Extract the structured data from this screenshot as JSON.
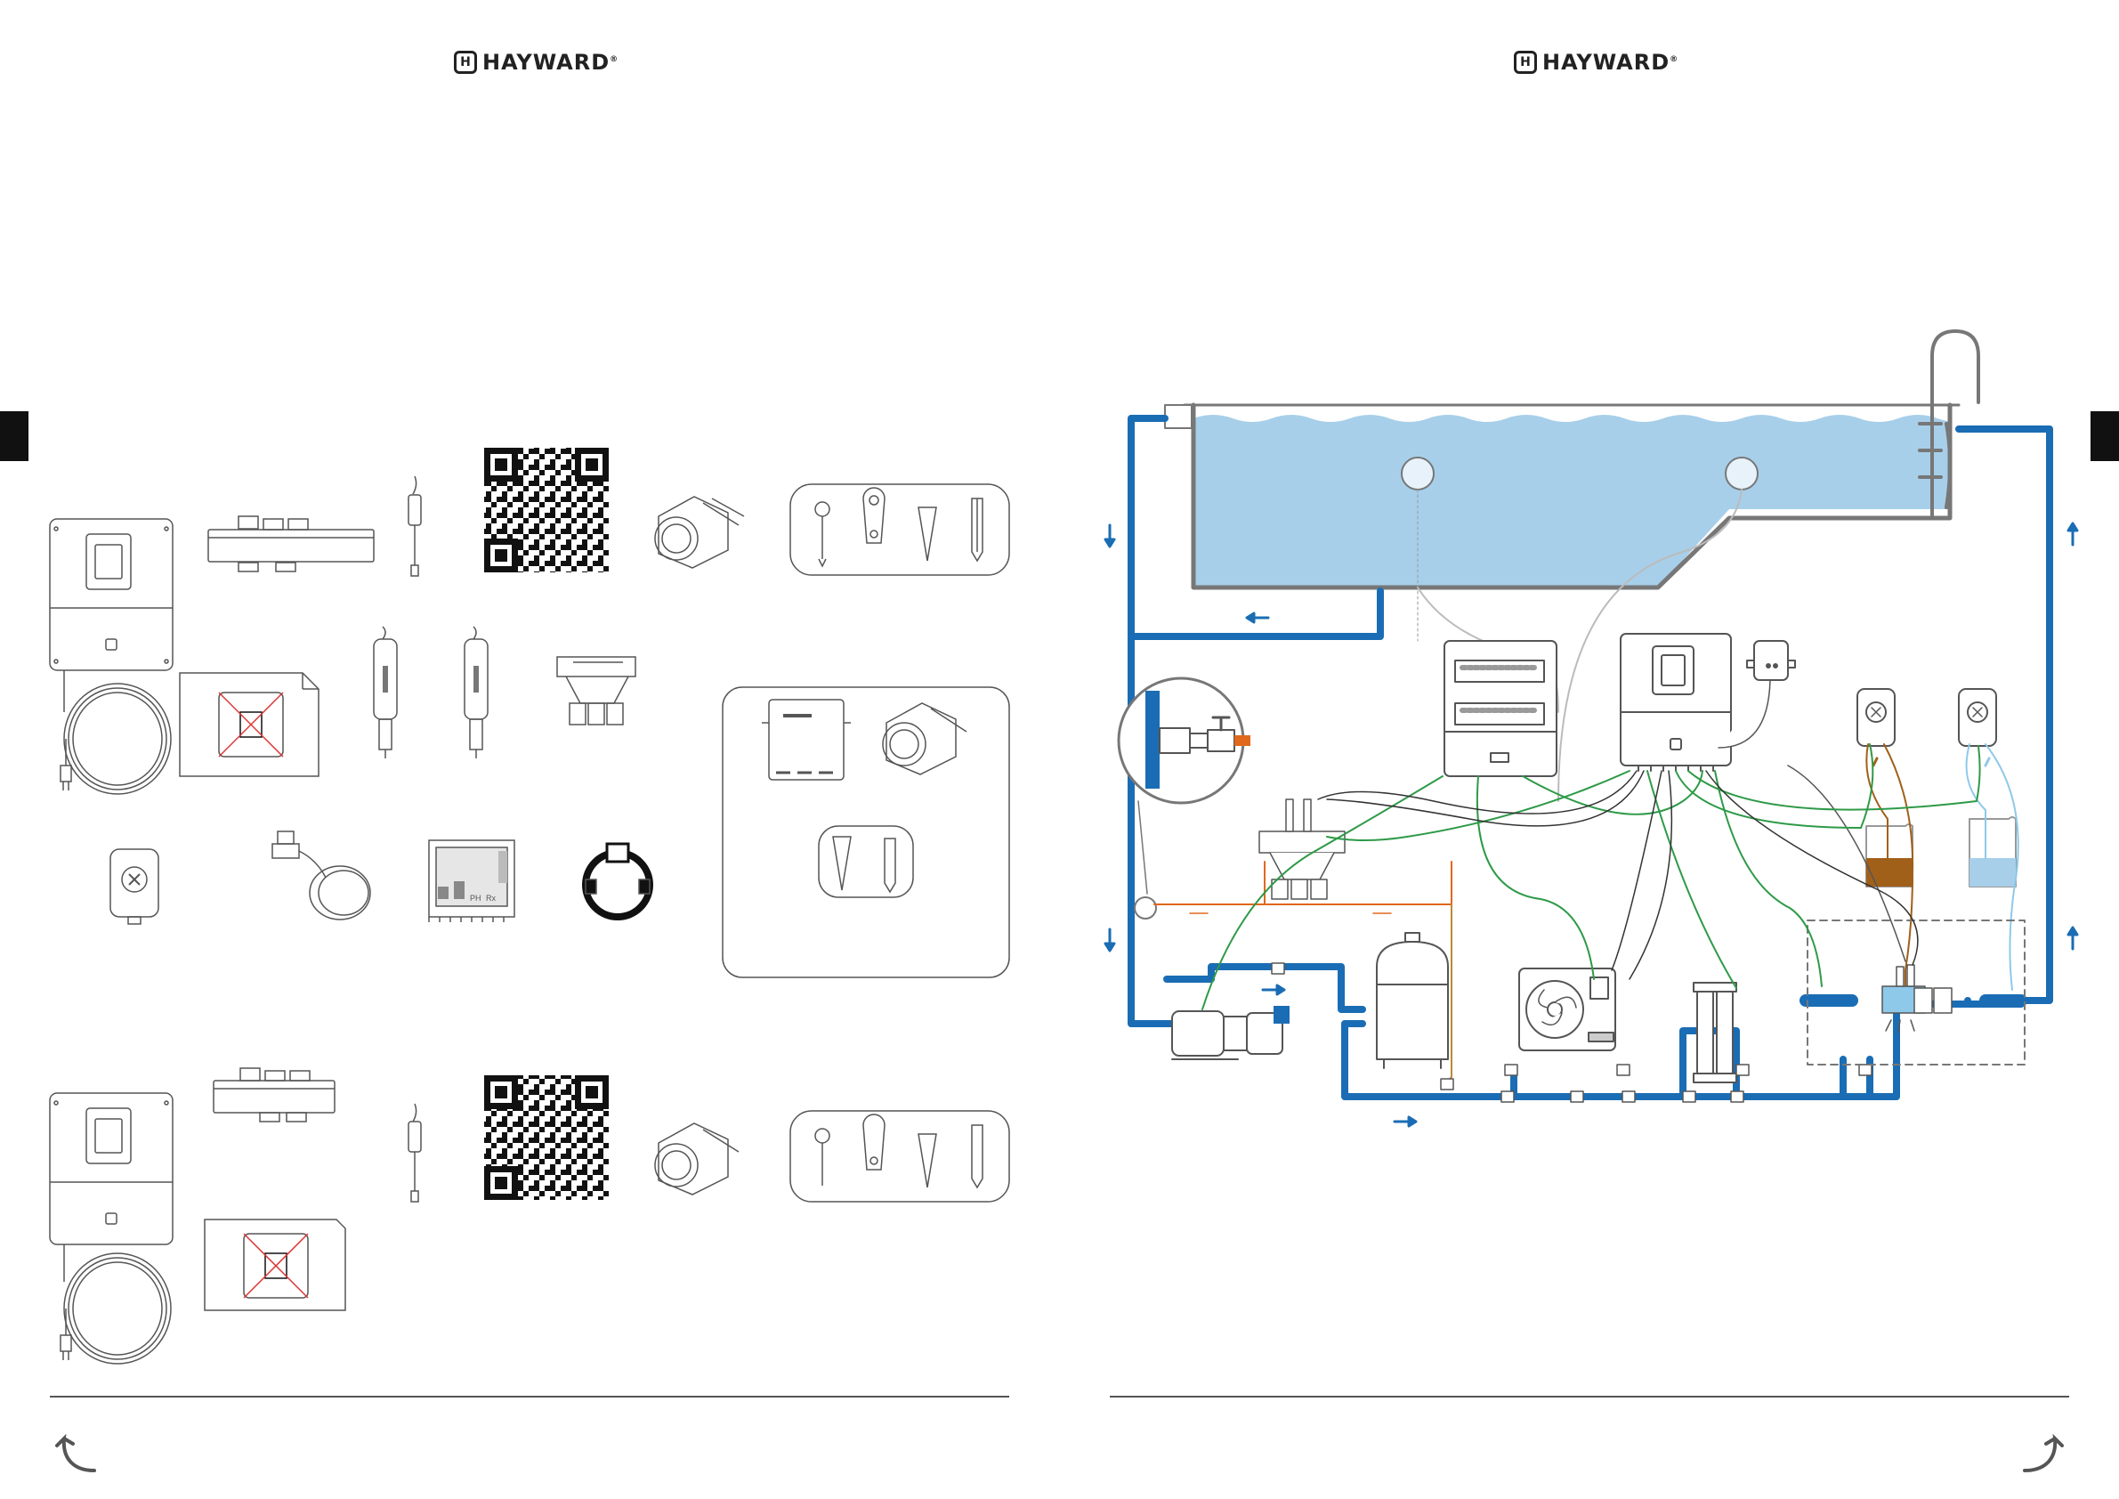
{
  "brand": {
    "name": "HAYWARD",
    "mark": "H",
    "registered": "®"
  },
  "colors": {
    "pipe_blue": "#1a6db4",
    "water_blue": "#a7cfea",
    "signal_green": "#2e9a48",
    "sensor_orange": "#e0681c",
    "acid_brown": "#a0601a",
    "chlorine_lightblue": "#8ec9ea",
    "line_gray": "#777777",
    "tab_black": "#111111"
  },
  "left_page": {
    "components_box_a": [
      "control-unit",
      "flow-cell",
      "probe",
      "qr-code",
      "cable-gland",
      "fixings-kit"
    ],
    "components_box_b": [
      "mounting-template",
      "ph-probe",
      "orp-probe",
      "manifold",
      "relay-box-kit"
    ],
    "components_box_c": [
      "peristaltic-pump",
      "flow-switch",
      "terminal-board",
      "pipe-clamp"
    ],
    "module_display": {
      "ph_label": "PH",
      "rx_label": "Rx"
    }
  },
  "right_page": {
    "diagram": {
      "items": [
        "pool",
        "skimmer",
        "ladder",
        "lights",
        "valve-detail",
        "filter-pump",
        "sand-filter",
        "heat-pump",
        "uv-sterilizer",
        "probe-manifold",
        "control-box",
        "electrical-panel",
        "relay-module",
        "ph-dosing-pump",
        "chlorine-dosing-pump",
        "acid-tank",
        "chlorine-tank",
        "injection-zone"
      ]
    }
  },
  "navigation": {
    "prev_icon": "back-arrow-icon",
    "next_icon": "forward-arrow-icon"
  }
}
